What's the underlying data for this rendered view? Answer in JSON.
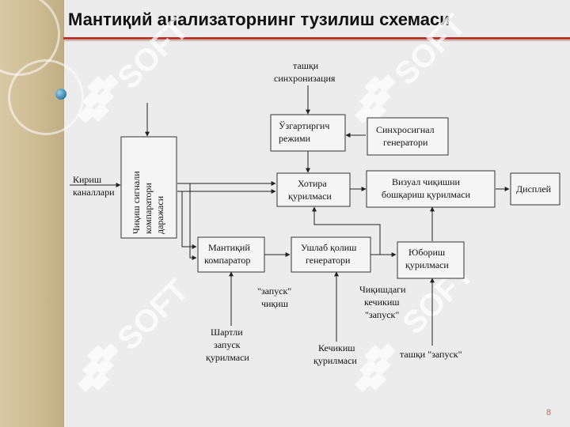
{
  "slide": {
    "title": "Мантиқий анализаторнинг тузилиш схемаси",
    "page_number": "8"
  },
  "watermark": {
    "text": "SOFT",
    "color": "#ffffff"
  },
  "colors": {
    "title_rule": "#b5392f",
    "page_number": "#c56a5e",
    "sidebar": "#d8c9a5"
  },
  "nodes": [
    {
      "id": "kirish",
      "lines": [
        "Кириш",
        "каналлари"
      ]
    },
    {
      "id": "comparator_level",
      "lines": [
        "Чиқиш сигнали",
        "компаратори",
        "даражаси"
      ]
    },
    {
      "id": "uzgartirgich",
      "lines": [
        "Ўзгартиргич",
        "режими"
      ]
    },
    {
      "id": "sinxro_gen",
      "lines": [
        "Синхросигнал",
        "генератори"
      ]
    },
    {
      "id": "xotira",
      "lines": [
        "Хотира",
        "қурилмаси"
      ]
    },
    {
      "id": "vizual",
      "lines": [
        "Визуал чиқишни",
        "бошқариш қурилмаси"
      ]
    },
    {
      "id": "displey",
      "lines": [
        "Дисплей"
      ]
    },
    {
      "id": "mantiqiy_comp",
      "lines": [
        "Мантиқий",
        "компаратор"
      ]
    },
    {
      "id": "ushlab",
      "lines": [
        "Ушлаб қолиш",
        "генератори"
      ]
    },
    {
      "id": "yuborish",
      "lines": [
        "Юбориш",
        "қурилмаси"
      ]
    }
  ],
  "annotations": [
    {
      "id": "tashki_sinxro",
      "lines": [
        "ташқи",
        "синхронизация"
      ]
    },
    {
      "id": "zapusk_chiqish",
      "lines": [
        "\"запуск\"",
        "чиқиш"
      ]
    },
    {
      "id": "chiqishdagi",
      "lines": [
        "Чиқишдаги",
        "кечикиш",
        "\"запуск\""
      ]
    },
    {
      "id": "shartli",
      "lines": [
        "Шартли",
        "запуск",
        "қурилмаси"
      ]
    },
    {
      "id": "kechikish",
      "lines": [
        "Кечикиш",
        "қурилмаси"
      ]
    },
    {
      "id": "tashki_zapusk",
      "lines": [
        "ташқи  \"запуск\""
      ]
    }
  ]
}
